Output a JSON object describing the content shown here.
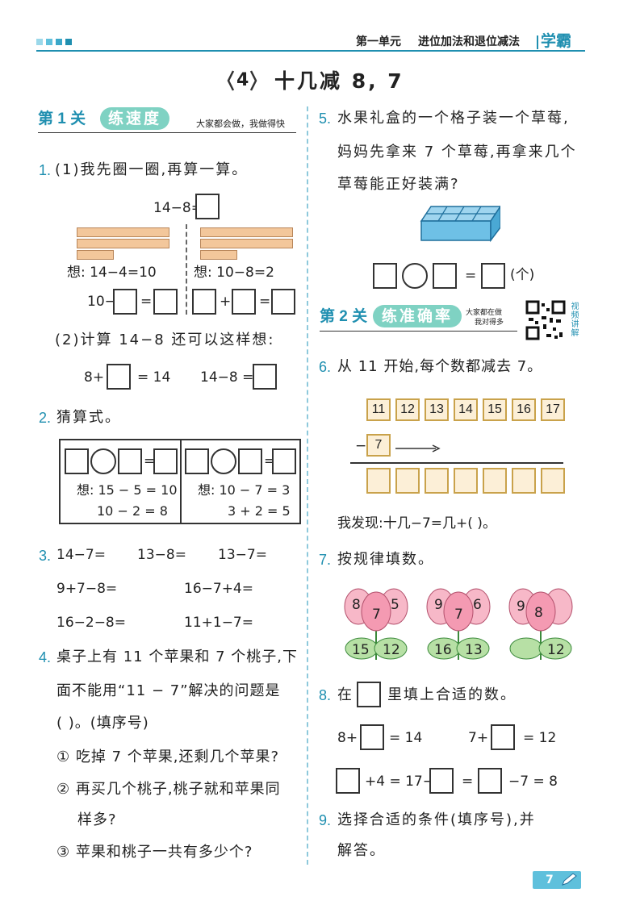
{
  "header": {
    "unit": "第一单元",
    "topic": "进位加法和退位减法",
    "brand": "学霸"
  },
  "lesson": {
    "number": "4",
    "title": "十几减 8, 7"
  },
  "stage1": {
    "label": "第 1 关",
    "pill": "练速度",
    "slogan": "大家都会做，我做得快"
  },
  "stage2": {
    "label": "第 2 关",
    "pill": "练准确率",
    "slogan_line1": "大家都在做",
    "slogan_line2": "我对得多",
    "video_label": "视频讲解"
  },
  "q1": {
    "num": "1.",
    "part1": "(1)我先圈一圈,再算一算。",
    "equation": "14−8=",
    "think_left": "想: 14−4=10",
    "think_right": "想: 10−8=2",
    "left_expr_a": "10−",
    "left_expr_eq": "=",
    "right_expr_plus": "+",
    "right_expr_eq": "=",
    "part2": "(2)计算 14−8 还可以这样想:",
    "p2_a": "8+",
    "p2_b": "= 14",
    "p2_c": "14−8 ="
  },
  "q2": {
    "num": "2.",
    "text": "猜算式。",
    "eq": "=",
    "left_think1": "想: 15 − 5 = 10",
    "left_think2": "10 − 2 = 8",
    "right_think1": "想: 10 − 7 = 3",
    "right_think2": "3 + 2 = 5"
  },
  "q3": {
    "num": "3.",
    "items": [
      "14−7=",
      "13−8=",
      "13−7=",
      "9+7−8=",
      "16−7+4=",
      "16−2−8=",
      "11+1−7="
    ]
  },
  "q4": {
    "num": "4.",
    "line1": "桌子上有 11 个苹果和 7 个桃子,下",
    "line2": "面不能用“11 − 7”解决的问题是",
    "line3": "(      )。(填序号)",
    "opt1": "① 吃掉 7 个苹果,还剩几个苹果?",
    "opt2a": "② 再买几个桃子,桃子就和苹果同",
    "opt2b": "样多?",
    "opt3": "③ 苹果和桃子一共有多少个?"
  },
  "q5": {
    "num": "5.",
    "line1": "水果礼盒的一个格子装一个草莓,",
    "line2": "妈妈先拿来 7 个草莓,再拿来几个",
    "line3": "草莓能正好装满?",
    "eq": "=",
    "unit": "(个)"
  },
  "q6": {
    "num": "6.",
    "text": "从 11 开始,每个数都减去 7。",
    "seq": [
      "11",
      "12",
      "13",
      "14",
      "15",
      "16",
      "17"
    ],
    "minus": "−",
    "subtrahend": "7",
    "discovery": "我发现:十几−7=几+(       )。"
  },
  "q7": {
    "num": "7.",
    "text": "按规律填数。",
    "flowers": [
      {
        "a": "8",
        "b": "7",
        "c": "5",
        "l": "15",
        "r": "12"
      },
      {
        "a": "9",
        "b": "7",
        "c": "6",
        "l": "16",
        "r": "13"
      },
      {
        "a": "9",
        "b": "8",
        "c": "",
        "l": "",
        "r": "12"
      }
    ]
  },
  "q8": {
    "num": "8.",
    "pre": "在",
    "post": "里填上合适的数。",
    "a1": "8+",
    "a2": "= 14",
    "b1": "7+",
    "b2": "= 12",
    "c1": "+4 = 17−",
    "c2": "=",
    "c3": "−7 = 8"
  },
  "q9": {
    "num": "9.",
    "line1": "选择合适的条件(填序号),并",
    "line2": "解答。"
  },
  "footer": {
    "page": "7"
  },
  "colors": {
    "accent": "#1f8fb0",
    "teal": "#7fd2c3",
    "tan": "#fcefd7",
    "pink": "#f7b8c8",
    "green": "#b7e0a5"
  }
}
